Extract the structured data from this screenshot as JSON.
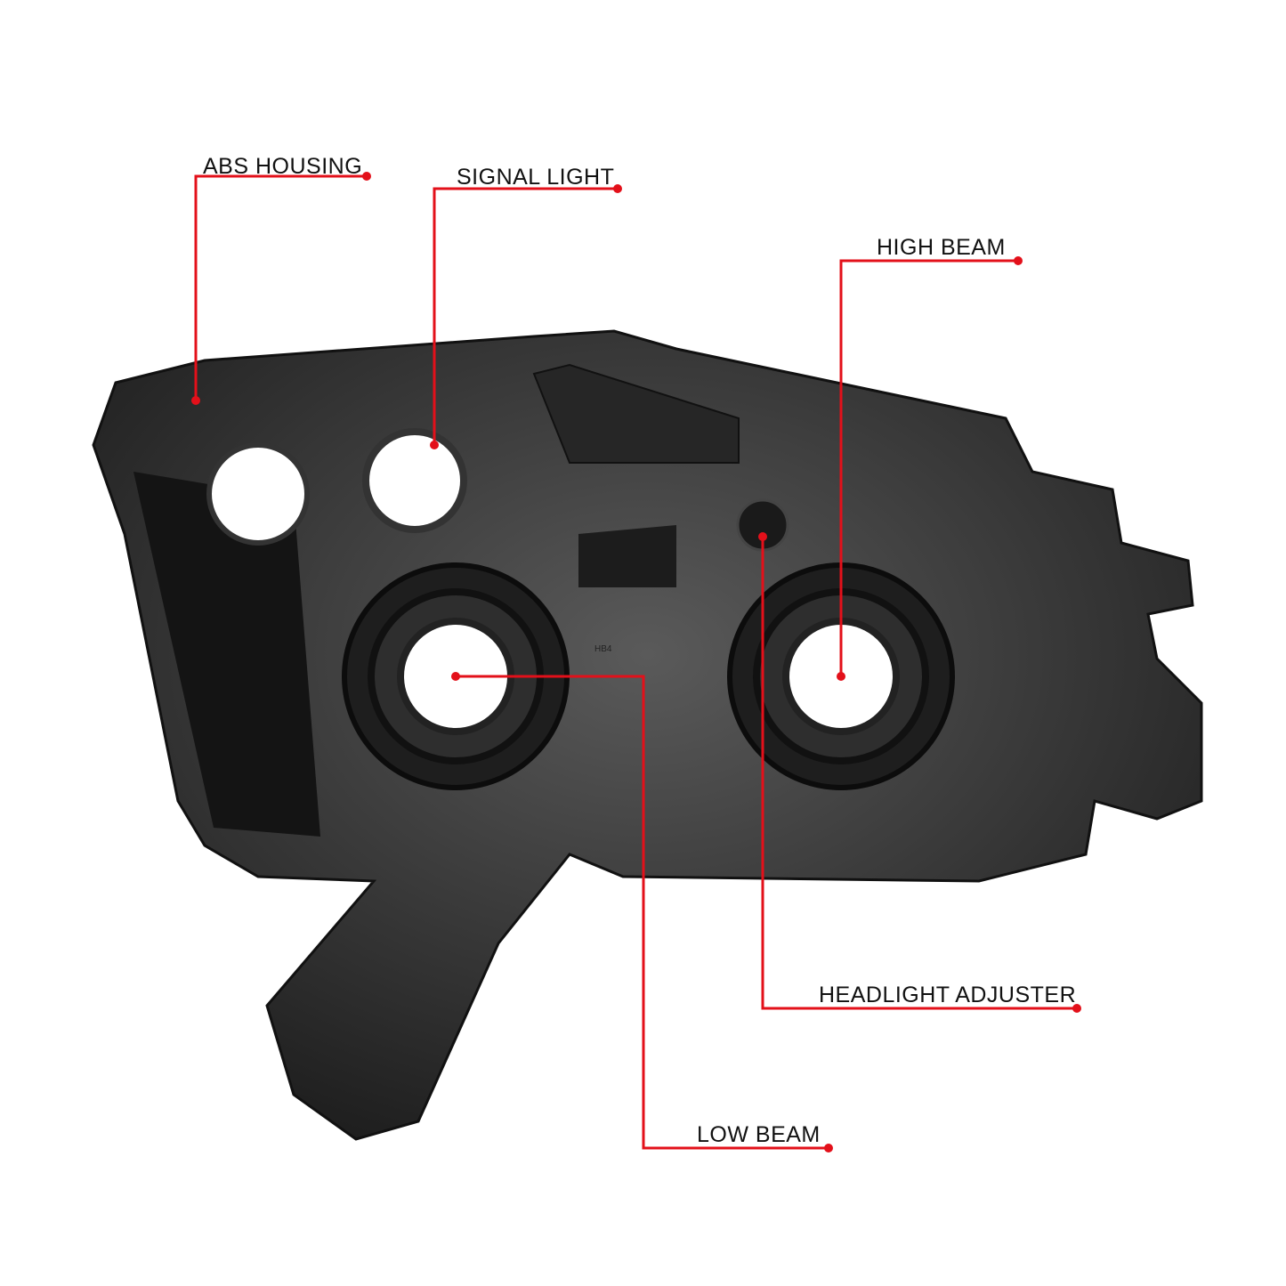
{
  "colors": {
    "callout": "#e3101a",
    "housing": "#2a2a2a"
  },
  "part_marking": "HB4",
  "callouts": [
    {
      "id": "abs-housing",
      "label": "ABS HOUSING"
    },
    {
      "id": "signal-light",
      "label": "SIGNAL LIGHT"
    },
    {
      "id": "high-beam",
      "label": "HIGH BEAM"
    },
    {
      "id": "headlight-adjuster",
      "label": "HEADLIGHT ADJUSTER"
    },
    {
      "id": "low-beam",
      "label": "LOW BEAM"
    }
  ]
}
